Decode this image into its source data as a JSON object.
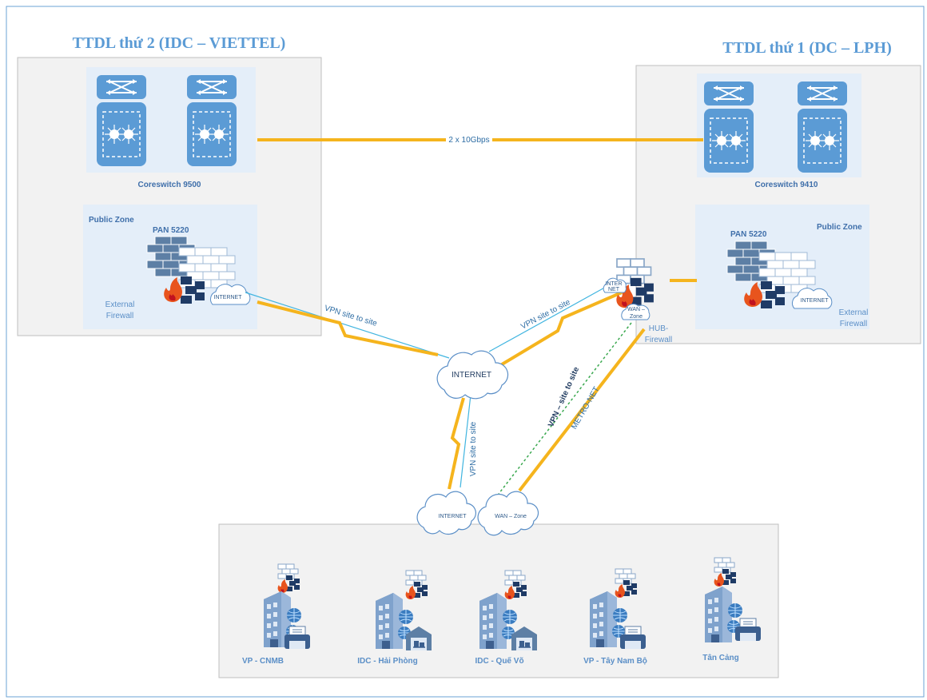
{
  "sites": {
    "dc2": {
      "title": "TTDL thứ 2 (IDC – VIETTEL)",
      "core_label": "Coreswitch 9500",
      "public_zone": "Public Zone",
      "firewall_model": "PAN 5220",
      "cloud_label": "INTERNET",
      "fw_caption_1": "External",
      "fw_caption_2": "Firewall"
    },
    "dc1": {
      "title": "TTDL thứ 1 (DC – LPH)",
      "core_label": "Coreswitch 9410",
      "public_zone": "Public Zone",
      "firewall_model": "PAN 5220",
      "cloud_label": "INTERNET",
      "fw_caption_1": "External",
      "fw_caption_2": "Firewall",
      "hub_caption_1": "HUB-",
      "hub_caption_2": "Firewall",
      "hub_internet_1": "INTER",
      "hub_internet_2": "NET",
      "hub_wan_1": "WAN –",
      "hub_wan_2": "Zone"
    }
  },
  "links": {
    "interconnect": "2 x 10Gbps",
    "vpn_dc2": "VPN site to site",
    "vpn_dc1": "VPN site to site",
    "vpn_branches": "VPN site to site",
    "vpn_wan": "VPN – site to site",
    "metro": "METRO-NET"
  },
  "clouds": {
    "center": "INTERNET",
    "branch_internet": "INTERNET",
    "branch_wan": "WAN – Zone"
  },
  "offices": [
    {
      "name": "VP - CNMB",
      "kind": "printer"
    },
    {
      "name": "IDC - Hải Phòng",
      "kind": "warehouse"
    },
    {
      "name": "IDC - Quế Võ",
      "kind": "warehouse"
    },
    {
      "name": "VP - Tây Nam Bộ",
      "kind": "printer"
    },
    {
      "name": "Tân Cảng",
      "kind": "printer"
    }
  ],
  "colors": {
    "fiber": "#f5b41d",
    "vpn_line": "#41b5e0",
    "wan_dotted": "#3aa84f",
    "device": "#5b9bd5",
    "zone_bg": "#e4eef9",
    "site_bg": "#f2f2f2"
  }
}
